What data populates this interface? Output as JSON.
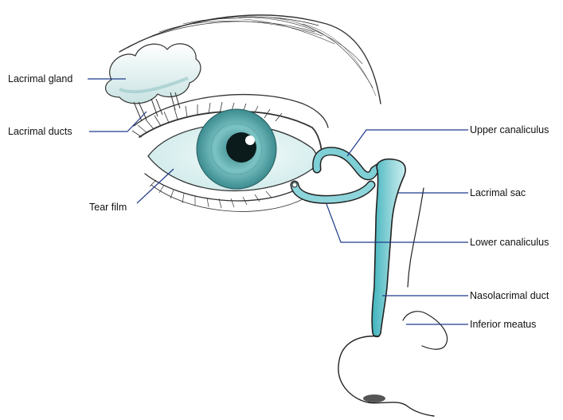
{
  "labels": {
    "lacrimal_gland": "Lacrimal gland",
    "lacrimal_ducts": "Lacrimal ducts",
    "tear_film": "Tear film",
    "upper_canaliculus": "Upper canaliculus",
    "lacrimal_sac": "Lacrimal sac",
    "lower_canaliculus": "Lower canaliculus",
    "nasolacrimal_duct": "Nasolacrimal duct",
    "inferior_meatus": "Inferior meatus"
  },
  "colors": {
    "leader_line": "#1f3b8c",
    "tear_fluid": "#8fd3d8",
    "iris": "#5aa7aa",
    "outline": "#222222"
  }
}
